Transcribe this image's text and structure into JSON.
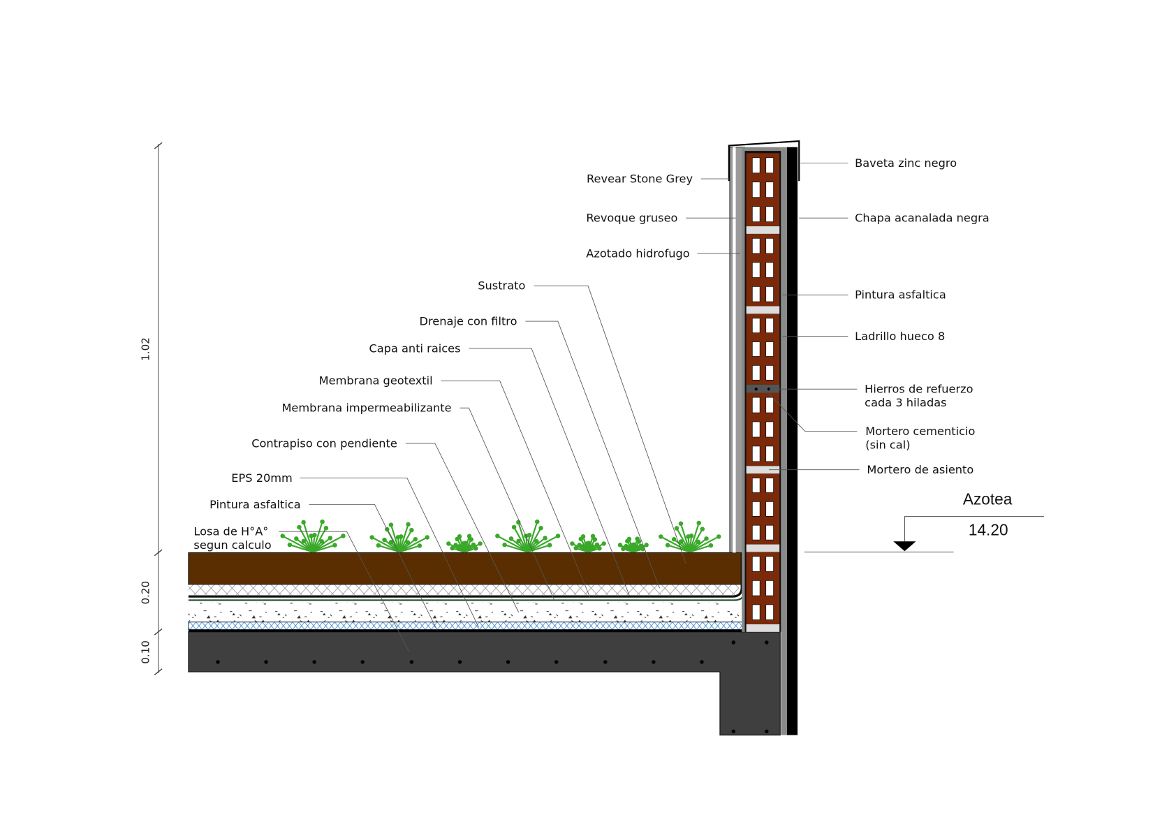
{
  "drawing": {
    "left_labels": {
      "sustrato": "Sustrato",
      "drenaje": "Drenaje con filtro",
      "anti_raices": "Capa anti raices",
      "geotextil": "Membrana geotextil",
      "impermeabilizante": "Membrana impermeabilizante",
      "contrapiso": "Contrapiso con pendiente",
      "eps": "EPS 20mm",
      "pintura": "Pintura asfaltica",
      "losa_1": "Losa de H°A°",
      "losa_2": "segun calculo",
      "revear": "Revear Stone Grey",
      "revoque": "Revoque gruseo",
      "azotado": "Azotado hidrofugo"
    },
    "right_labels": {
      "baveta": "Baveta zinc negro",
      "chapa": "Chapa acanalada negra",
      "pintura": "Pintura asfaltica",
      "ladrillo": "Ladrillo hueco 8",
      "hierros_1": "Hierros de refuerzo",
      "hierros_2": "cada 3 hiladas",
      "mortero_cem_1": "Mortero cementicio",
      "mortero_cem_2": "(sin cal)",
      "mortero_asiento": "Mortero de asiento"
    },
    "level": {
      "name": "Azotea",
      "value": "14.20"
    },
    "dimensions": {
      "total": "1.02",
      "layers": "0.20",
      "slab": "0.10"
    },
    "colors": {
      "soil": "#5a2e00",
      "brick": "#7a2a0a",
      "concrete": "#3f3f3f",
      "plant": "#3aa82a",
      "eps_hatch": "#3b8ad8"
    }
  }
}
